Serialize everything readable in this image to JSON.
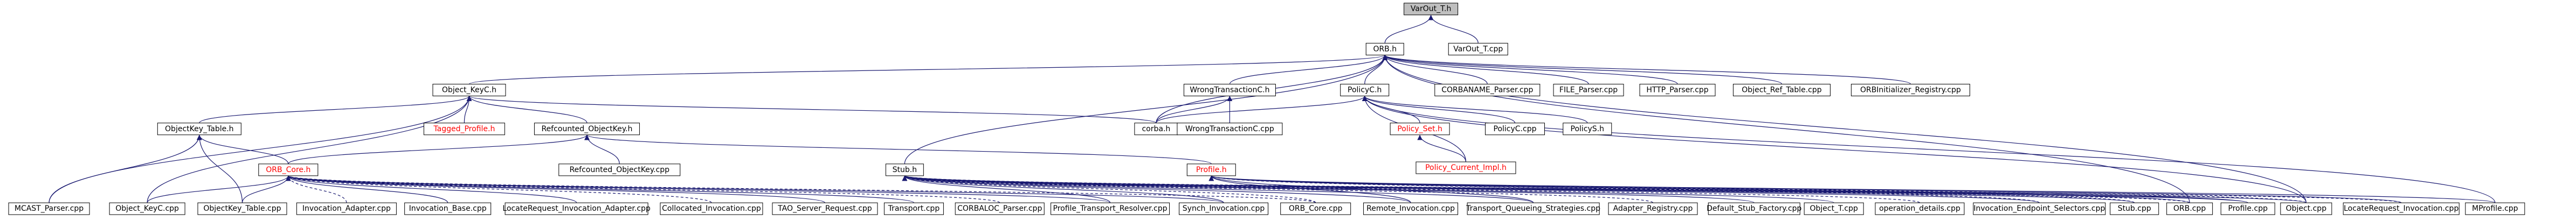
{
  "colors": {
    "node_fill": "#ffffff",
    "root_fill": "#bfbfbf",
    "node_border": "#000000",
    "highlight_text": "#ff0000",
    "normal_text": "#000000",
    "edge": "#191970"
  },
  "nodes": [
    {
      "id": "varout_t_h",
      "label": "VarOut_T.h",
      "style": "root"
    },
    {
      "id": "orb_h",
      "label": "ORB.h"
    },
    {
      "id": "varout_t_cpp",
      "label": "VarOut_T.cpp"
    },
    {
      "id": "object_keyc_h",
      "label": "Object_KeyC.h"
    },
    {
      "id": "wstringc_h",
      "label": "WrongTransactionC.h"
    },
    {
      "id": "policyc_h",
      "label": "PolicyC.h"
    },
    {
      "id": "corbaname_parser_cpp",
      "label": "CORBANAME_Parser.cpp"
    },
    {
      "id": "file_parser_cpp",
      "label": "FILE_Parser.cpp"
    },
    {
      "id": "http_parser_cpp",
      "label": "HTTP_Parser.cpp"
    },
    {
      "id": "object_ref_table_cpp",
      "label": "Object_Ref_Table.cpp"
    },
    {
      "id": "orbinit_registry_cpp",
      "label": "ORBInitializer_Registry.cpp"
    },
    {
      "id": "object_key_table_h",
      "label": "ObjectKey_Table.h"
    },
    {
      "id": "tagged_profile_h",
      "label": "Tagged_Profile.h",
      "style": "red"
    },
    {
      "id": "refcounted_objkey_h",
      "label": "Refcounted_ObjectKey.h"
    },
    {
      "id": "corba_h",
      "label": "corba.h"
    },
    {
      "id": "wtranc_cpp",
      "label": "WrongTransactionC.cpp"
    },
    {
      "id": "policy_set_h",
      "label": "Policy_Set.h",
      "style": "red"
    },
    {
      "id": "policyc_cpp",
      "label": "PolicyC.cpp"
    },
    {
      "id": "policys_h",
      "label": "PolicyS.h"
    },
    {
      "id": "policy_current_impl_h",
      "label": "Policy_Current_Impl.h",
      "style": "red"
    },
    {
      "id": "orb_core_h",
      "label": "ORB_Core.h",
      "style": "red"
    },
    {
      "id": "refcounted_objkey_cpp",
      "label": "Refcounted_ObjectKey.cpp"
    },
    {
      "id": "stub_h",
      "label": "Stub.h"
    },
    {
      "id": "profile_h",
      "label": "Profile.h",
      "style": "red"
    },
    {
      "id": "mcast_parser_cpp",
      "label": "MCAST_Parser.cpp"
    },
    {
      "id": "object_keyc_cpp",
      "label": "Object_KeyC.cpp"
    },
    {
      "id": "objectkey_table_cpp",
      "label": "ObjectKey_Table.cpp"
    },
    {
      "id": "invocation_adapter_cpp",
      "label": "Invocation_Adapter.cpp"
    },
    {
      "id": "invocation_base_cpp",
      "label": "Invocation_Base.cpp"
    },
    {
      "id": "locatereq_inv_adapter_cpp",
      "label": "LocateRequest_Invocation_Adapter.cpp"
    },
    {
      "id": "collocated_invocation_cpp",
      "label": "Collocated_Invocation.cpp"
    },
    {
      "id": "tao_server_request_cpp",
      "label": "TAO_Server_Request.cpp"
    },
    {
      "id": "transport_cpp",
      "label": "Transport.cpp"
    },
    {
      "id": "corbaloc_parser_cpp",
      "label": "CORBALOC_Parser.cpp"
    },
    {
      "id": "profile_transport_resolver_cpp",
      "label": "Profile_Transport_Resolver.cpp"
    },
    {
      "id": "synch_invocation_cpp",
      "label": "Synch_Invocation.cpp"
    },
    {
      "id": "orb_core_cpp",
      "label": "ORB_Core.cpp"
    },
    {
      "id": "remote_invocation_cpp",
      "label": "Remote_Invocation.cpp"
    },
    {
      "id": "transport_queueing_cpp",
      "label": "Transport_Queueing_Strategies.cpp"
    },
    {
      "id": "adapter_registry_cpp",
      "label": "Adapter_Registry.cpp"
    },
    {
      "id": "default_stub_factory_cpp",
      "label": "Default_Stub_Factory.cpp"
    },
    {
      "id": "object_t_cpp",
      "label": "Object_T.cpp"
    },
    {
      "id": "operation_details_cpp",
      "label": "operation_details.cpp"
    },
    {
      "id": "invocation_endpoint_sel_cpp",
      "label": "Invocation_Endpoint_Selectors.cpp"
    },
    {
      "id": "stub_cpp",
      "label": "Stub.cpp"
    },
    {
      "id": "orb_cpp",
      "label": "ORB.cpp"
    },
    {
      "id": "profile_cpp",
      "label": "Profile.cpp"
    },
    {
      "id": "object_cpp",
      "label": "Object.cpp"
    },
    {
      "id": "locatereq_invocation_cpp",
      "label": "LocateRequest_Invocation.cpp"
    },
    {
      "id": "mprofile_cpp",
      "label": "MProfile.cpp"
    }
  ],
  "edges": [
    [
      "varout_t_h",
      "orb_h"
    ],
    [
      "varout_t_h",
      "varout_t_cpp"
    ],
    [
      "orb_h",
      "object_keyc_h"
    ],
    [
      "orb_h",
      "wstringc_h"
    ],
    [
      "orb_h",
      "policyc_h"
    ],
    [
      "orb_h",
      "corbaname_parser_cpp"
    ],
    [
      "orb_h",
      "file_parser_cpp"
    ],
    [
      "orb_h",
      "http_parser_cpp"
    ],
    [
      "orb_h",
      "object_ref_table_cpp"
    ],
    [
      "orb_h",
      "orbinit_registry_cpp"
    ],
    [
      "orb_h",
      "corba_h"
    ],
    [
      "orb_h",
      "stub_h"
    ],
    [
      "orb_h",
      "orb_cpp"
    ],
    [
      "orb_h",
      "object_cpp"
    ],
    [
      "object_keyc_h",
      "object_key_table_h"
    ],
    [
      "object_keyc_h",
      "tagged_profile_h"
    ],
    [
      "object_keyc_h",
      "refcounted_objkey_h"
    ],
    [
      "object_keyc_h",
      "corba_h"
    ],
    [
      "object_keyc_h",
      "object_keyc_cpp"
    ],
    [
      "object_keyc_h",
      "mcast_parser_cpp"
    ],
    [
      "wstringc_h",
      "corba_h"
    ],
    [
      "wstringc_h",
      "wtranc_cpp"
    ],
    [
      "policyc_h",
      "corba_h"
    ],
    [
      "policyc_h",
      "policy_set_h"
    ],
    [
      "policyc_h",
      "policyc_cpp"
    ],
    [
      "policyc_h",
      "policys_h"
    ],
    [
      "policyc_h",
      "policy_current_impl_h"
    ],
    [
      "policyc_h",
      "mprofile_cpp"
    ],
    [
      "policyc_h",
      "object_cpp"
    ],
    [
      "object_key_table_h",
      "orb_core_h"
    ],
    [
      "object_key_table_h",
      "objectkey_table_cpp"
    ],
    [
      "object_key_table_h",
      "mcast_parser_cpp"
    ],
    [
      "refcounted_objkey_h",
      "refcounted_objkey_cpp"
    ],
    [
      "refcounted_objkey_h",
      "profile_h"
    ],
    [
      "refcounted_objkey_h",
      "orb_core_h"
    ],
    [
      "policy_set_h",
      "policy_current_impl_h"
    ],
    [
      "orb_core_h",
      "invocation_adapter_cpp"
    ],
    [
      "orb_core_h",
      "invocation_base_cpp"
    ],
    [
      "orb_core_h",
      "locatereq_inv_adapter_cpp"
    ],
    [
      "orb_core_h",
      "collocated_invocation_cpp"
    ],
    [
      "orb_core_h",
      "tao_server_request_cpp"
    ],
    [
      "orb_core_h",
      "transport_cpp"
    ],
    [
      "orb_core_h",
      "corbaloc_parser_cpp"
    ],
    [
      "orb_core_h",
      "profile_transport_resolver_cpp"
    ],
    [
      "orb_core_h",
      "synch_invocation_cpp"
    ],
    [
      "orb_core_h",
      "orb_core_cpp"
    ],
    [
      "orb_core_h",
      "objectkey_table_cpp"
    ],
    [
      "orb_core_h",
      "object_keyc_cpp"
    ],
    [
      "stub_h",
      "orb_core_cpp"
    ],
    [
      "stub_h",
      "remote_invocation_cpp"
    ],
    [
      "stub_h",
      "transport_queueing_cpp"
    ],
    [
      "stub_h",
      "adapter_registry_cpp"
    ],
    [
      "stub_h",
      "default_stub_factory_cpp"
    ],
    [
      "stub_h",
      "object_t_cpp"
    ],
    [
      "stub_h",
      "operation_details_cpp"
    ],
    [
      "stub_h",
      "invocation_endpoint_sel_cpp"
    ],
    [
      "stub_h",
      "stub_cpp"
    ],
    [
      "stub_h",
      "orb_cpp"
    ],
    [
      "stub_h",
      "profile_cpp"
    ],
    [
      "stub_h",
      "object_cpp"
    ],
    [
      "stub_h",
      "locatereq_invocation_cpp"
    ],
    [
      "stub_h",
      "synch_invocation_cpp"
    ],
    [
      "stub_h",
      "profile_transport_resolver_cpp"
    ],
    [
      "profile_h",
      "stub_cpp"
    ],
    [
      "profile_h",
      "orb_cpp"
    ],
    [
      "profile_h",
      "profile_cpp"
    ],
    [
      "profile_h",
      "object_cpp"
    ],
    [
      "profile_h",
      "locatereq_invocation_cpp"
    ],
    [
      "profile_h",
      "mprofile_cpp"
    ],
    [
      "profile_h",
      "invocation_endpoint_sel_cpp"
    ],
    [
      "profile_h",
      "transport_queueing_cpp"
    ],
    [
      "profile_h",
      "remote_invocation_cpp"
    ]
  ]
}
